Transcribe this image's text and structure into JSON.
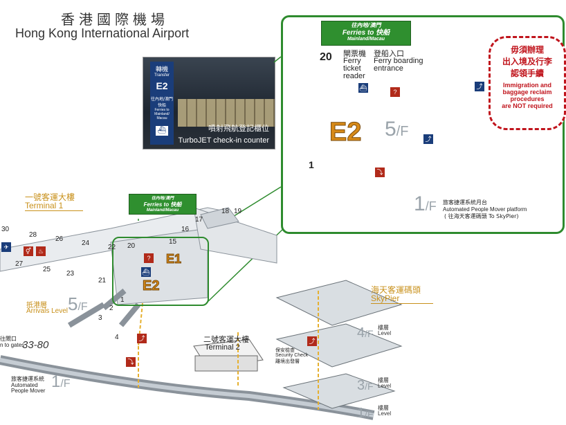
{
  "header": {
    "title_cn": "香港國際機場",
    "title_en": "Hong Kong International Airport"
  },
  "photo": {
    "sign_top": "轉機",
    "sign_transfer": "Transfer",
    "sign_code": "E2",
    "sign_ferry": "往內地/澳門快船",
    "sign_ferry_en": "Ferries to Mainland/ Macau",
    "caption_cn": "噴射飛航登記櫃位",
    "caption_en": "TurboJET check-in counter"
  },
  "ferry_banner": {
    "cn": "往內地/澳門",
    "en_top": "Ferries to",
    "en_bottom": "Mainland/Macau",
    "cn_right": "快船"
  },
  "zoom": {
    "gate_number": "20",
    "reader_cn": "閘票機",
    "reader_en_1": "Ferry",
    "reader_en_2": "ticket",
    "reader_en_3": "reader",
    "boarding_cn": "登船入口",
    "boarding_en_1": "Ferry boarding",
    "boarding_en_2": "entrance",
    "zone": "E2",
    "level": "5",
    "level_suffix": "/F",
    "level_1": "1",
    "level_1_suffix": "/F",
    "gate_1": "1",
    "apm_cn": "旅客捷運系統月台",
    "apm_en": "Automated People Mover platform",
    "apm_note": "( 往海天客運碼頭 To SkyPier)"
  },
  "notice": {
    "cn_1": "毋須辦理",
    "cn_2": "出入境及行李",
    "cn_3": "認領手續",
    "en_1": "Immigration and",
    "en_2": "baggage reclaim",
    "en_3": "procedures",
    "en_4": "are NOT required"
  },
  "terminal1": {
    "cn": "一號客運大樓",
    "en": "Terminal 1"
  },
  "terminal2": {
    "cn": "二號客運大樓",
    "en": "Terminal 2"
  },
  "skypier": {
    "cn": "海天客運碼頭",
    "en": "SkyPier"
  },
  "arrivals": {
    "cn": "抵港層",
    "en": "Arrivals Level",
    "num": "5",
    "suffix": "/F"
  },
  "apm_main": {
    "cn": "旅客捷運系統",
    "en_1": "Automated",
    "en_2": "People Mover",
    "num": "1",
    "suffix": "/F"
  },
  "gates_link": {
    "cn": "往閘口",
    "en": "n to gates",
    "range": "33-80"
  },
  "sky_levels": [
    {
      "num": "4",
      "suffix": "/F",
      "cn": "樓層",
      "en": "Level"
    },
    {
      "num": "3",
      "suffix": "/F",
      "cn": "樓層",
      "en": "Level"
    },
    {
      "num": "1",
      "suffix": "/F",
      "cn": "樓層",
      "en": "Level"
    }
  ],
  "security": {
    "cn": "保安檢查",
    "en": "Security Check",
    "note": "離境出發層"
  },
  "map_gates": [
    "30",
    "28",
    "27",
    "26",
    "25",
    "24",
    "23",
    "22",
    "21",
    "20",
    "19",
    "18",
    "17",
    "16",
    "15",
    "1",
    "2",
    "3",
    "4"
  ],
  "map_zones": {
    "e1": "E1",
    "e2": "E2"
  },
  "colors": {
    "green": "#2e8b2e",
    "orange": "#d78a18",
    "red": "#c0141c",
    "navy": "#1a3d7a"
  }
}
